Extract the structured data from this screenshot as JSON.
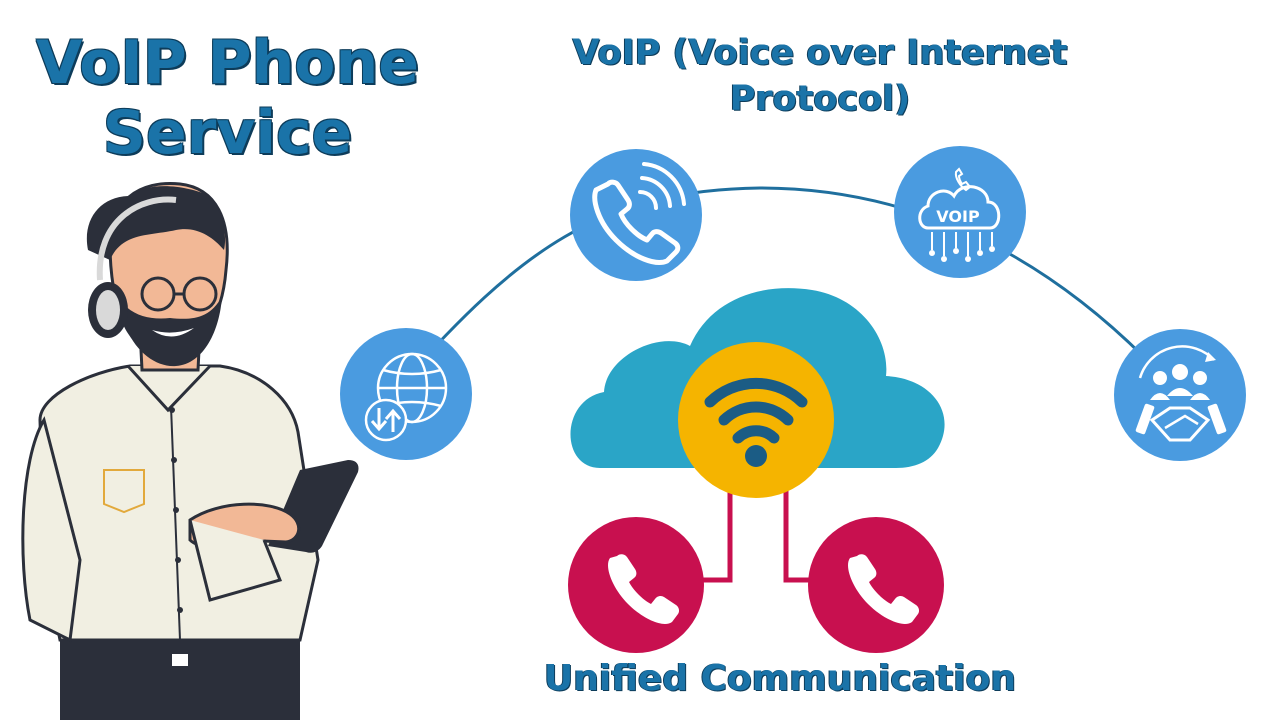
{
  "title": "VoIP Phone Service",
  "subtitle": "VoIP (Voice over Internet Protocol)",
  "footer_label": "Unified Communication",
  "voip_badge_text": "VOIP",
  "colors": {
    "title_blue": "#1a73a8",
    "node_blue": "#4a9be0",
    "cloud_teal": "#2aa5c7",
    "wifi_yellow": "#f5b400",
    "phone_red": "#c8104f",
    "arc_line": "#1f6f9e"
  },
  "nodes": [
    {
      "name": "internet-node",
      "icon": "globe-upload-download-icon"
    },
    {
      "name": "phone-call-node",
      "icon": "phone-ringing-icon"
    },
    {
      "name": "voip-cloud-node",
      "icon": "voip-cloud-icon"
    },
    {
      "name": "team-collaboration-node",
      "icon": "handshake-team-icon"
    }
  ]
}
